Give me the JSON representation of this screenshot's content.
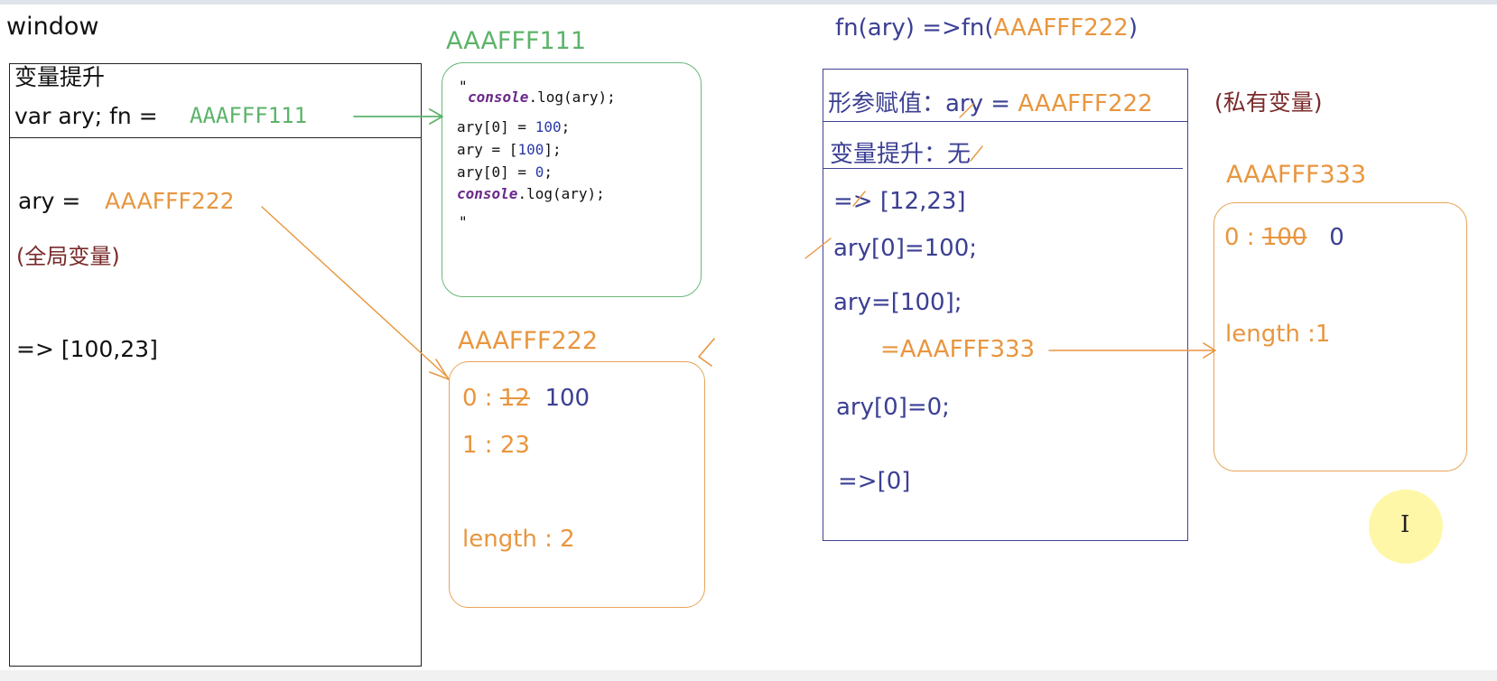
{
  "window_label": "window",
  "global": {
    "hoist_title": "变量提升",
    "var_decl": "var ary;   fn =",
    "fn_addr": "AAAFFF111",
    "ary_label": "ary  =",
    "ary_addr": "AAAFFF222",
    "scope_note": "(全局变量)",
    "result": "=> [100,23]"
  },
  "func_heap": {
    "title": "AAAFFF111",
    "quote_open": "\"",
    "lines": [
      {
        "kw": "console",
        "rest": ".log(ary);"
      },
      {
        "pre": "ary[0] = ",
        "num": "100",
        "post": ";"
      },
      {
        "pre": "ary = [",
        "num": "100",
        "post": "];"
      },
      {
        "pre": "ary[0] = ",
        "num": "0",
        "post": ";"
      },
      {
        "kw": "console",
        "rest": ".log(ary);"
      }
    ],
    "quote_close": "\""
  },
  "array_heap_222": {
    "title": "AAAFFF222",
    "index0_label": "0 :",
    "index0_old": "12",
    "index0_new": "100",
    "index1": "1 : 23",
    "length": "length : 2"
  },
  "call_header": {
    "prefix": "fn(ary) =>fn(",
    "addr": "AAAFFF222",
    "suffix": ")"
  },
  "private_scope": {
    "param_label": "形参赋值：ary =",
    "param_addr": "AAAFFF222",
    "scope_note": "(私有变量)",
    "hoist": "变量提升：无",
    "line1": "=> [12,23]",
    "line2": "ary[0]=100;",
    "line3": "ary=[100];",
    "line4": "=AAAFFF333",
    "line5": "ary[0]=0;",
    "line6": "=>[0]"
  },
  "array_heap_333": {
    "title": "AAAFFF333",
    "index0_label": "0 :",
    "index0_old": "100",
    "index0_new": "0",
    "length": "length :1"
  },
  "colors": {
    "orange": "#e8963f",
    "green": "#5cb36a",
    "blue": "#3b3f93",
    "maroon": "#7a2a2a",
    "black": "#111111"
  }
}
